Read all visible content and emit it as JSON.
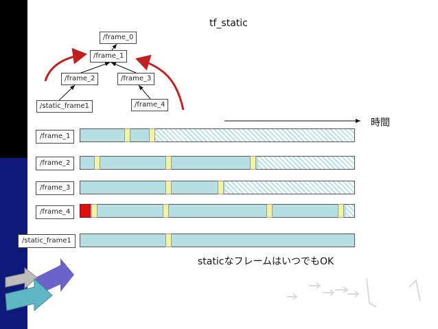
{
  "title": "tf_static",
  "tree": {
    "nodes": [
      "/frame_0",
      "/frame_1",
      "/frame_2",
      "/frame_3",
      "/static_frame1",
      "/frame_4"
    ]
  },
  "time_label": "時間",
  "timeline": {
    "rows": [
      {
        "label": "/frame_1",
        "marks": [
          0.16,
          0.25
        ],
        "hatch_from": 0.27,
        "red_start": false
      },
      {
        "label": "/frame_2",
        "marks": [
          0.05,
          0.31,
          0.62
        ],
        "hatch_from": 0.65,
        "red_start": false
      },
      {
        "label": "/frame_3",
        "marks": [
          0.31,
          0.5
        ],
        "hatch_from": 0.53,
        "red_start": false
      },
      {
        "label": "/frame_4",
        "marks": [
          0.04,
          0.3,
          0.68,
          0.94
        ],
        "hatch_from": 0.97,
        "red_start": true
      },
      {
        "label": "/static_frame1",
        "marks": [
          0.31
        ],
        "hatch_from": null,
        "red_start": false
      }
    ]
  },
  "note": "staticなフレームはいつでもOK",
  "colors": {
    "bar": "#b6dfe4",
    "mark": "#f3f3a0",
    "red": "#dd1111",
    "arrow": "#c0201e"
  }
}
